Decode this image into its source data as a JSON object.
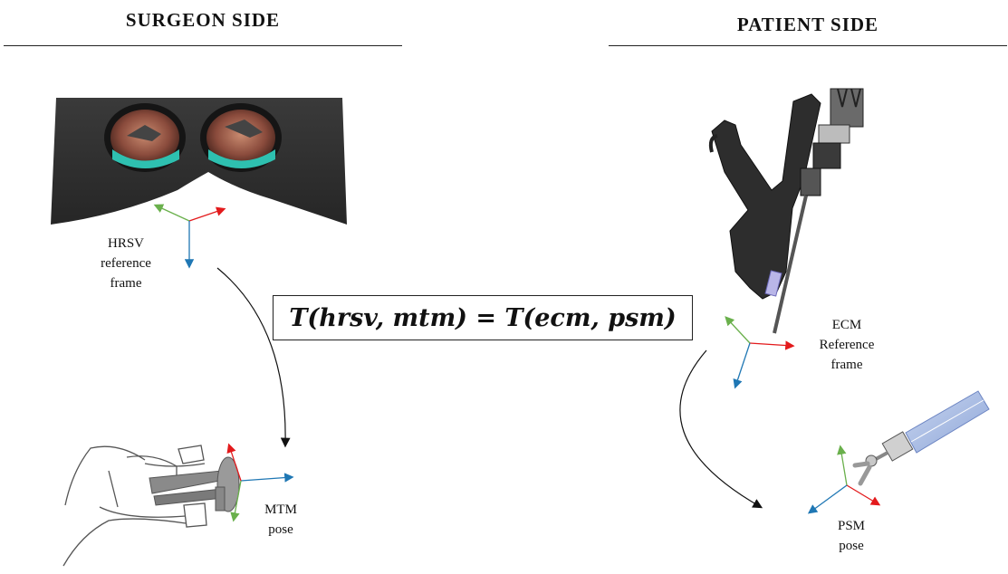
{
  "headings": {
    "left": "SURGEON SIDE",
    "right": "PATIENT SIDE"
  },
  "formula": "T(hrsv, mtm) = T(ecm, psm)",
  "labels": {
    "hrsv": [
      "HRSV",
      "reference",
      "frame"
    ],
    "mtm": [
      "MTM",
      "pose"
    ],
    "ecm": [
      "ECM",
      "Reference",
      "frame"
    ],
    "psm": [
      "PSM",
      "pose"
    ]
  },
  "colors": {
    "axis_red": "#e31a1c",
    "axis_green": "#6ab04c",
    "axis_blue": "#1f77b4"
  }
}
